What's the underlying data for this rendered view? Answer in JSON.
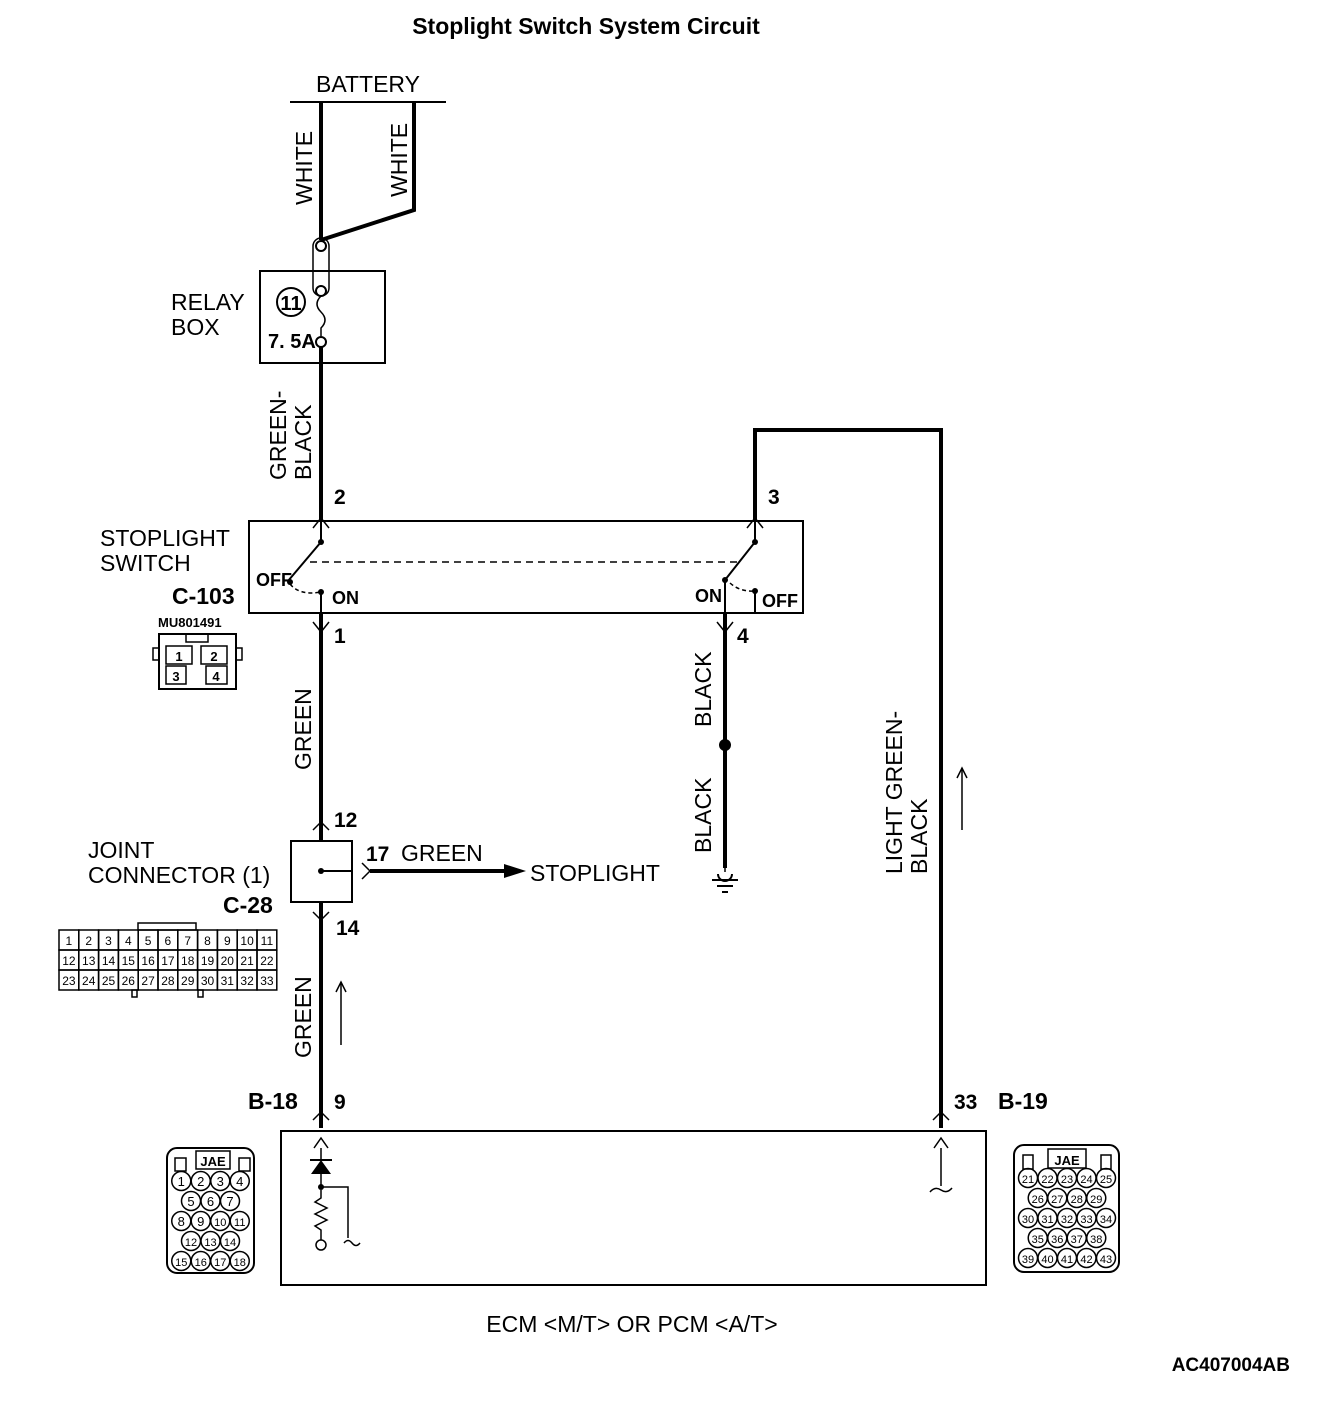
{
  "title": "Stoplight Switch System Circuit",
  "battery_label": "BATTERY",
  "wires": {
    "white_left": "WHITE",
    "white_right": "WHITE",
    "green_black_1": "GREEN-",
    "green_black_2": "BLACK",
    "green_upper": "GREEN",
    "green_lower": "GREEN",
    "green_branch": "GREEN",
    "black_upper": "BLACK",
    "black_lower": "BLACK",
    "light_green_black_1": "LIGHT GREEN-",
    "light_green_black_2": "BLACK"
  },
  "relay_box": {
    "label_1": "RELAY",
    "label_2": "BOX",
    "fuse_number": "11",
    "fuse_rating": "7. 5A"
  },
  "stoplight_switch": {
    "label_1": "STOPLIGHT",
    "label_2": "SWITCH",
    "connector": "C-103",
    "part_no": "MU801491",
    "off_left": "OFF",
    "on_left": "ON",
    "on_right": "ON",
    "off_right": "OFF",
    "pins": [
      "1",
      "2",
      "3",
      "4"
    ]
  },
  "joint_connector": {
    "label_1": "JOINT",
    "label_2": "CONNECTOR (1)",
    "connector": "C-28",
    "grid_rows": [
      [
        "1",
        "2",
        "3",
        "4",
        "5",
        "6",
        "7",
        "8",
        "9",
        "10",
        "11"
      ],
      [
        "12",
        "13",
        "14",
        "15",
        "16",
        "17",
        "18",
        "19",
        "20",
        "21",
        "22"
      ],
      [
        "23",
        "24",
        "25",
        "26",
        "27",
        "28",
        "29",
        "30",
        "31",
        "32",
        "33"
      ]
    ]
  },
  "pins": {
    "p2": "2",
    "p3": "3",
    "p1": "1",
    "p4": "4",
    "p12": "12",
    "p17": "17",
    "p14": "14",
    "p9": "9",
    "p33": "33"
  },
  "stoplight_label": "STOPLIGHT",
  "connectors": {
    "b18": "B-18",
    "b19": "B-19",
    "jae_left": "JAE",
    "jae_right": "JAE",
    "b18_rows": [
      [
        "1",
        "2",
        "3",
        "4"
      ],
      [
        "5",
        "6",
        "7"
      ],
      [
        "8",
        "9",
        "10",
        "11"
      ],
      [
        "12",
        "13",
        "14"
      ],
      [
        "15",
        "16",
        "17",
        "18"
      ]
    ],
    "b19_rows": [
      [
        "21",
        "22",
        "23",
        "24",
        "25"
      ],
      [
        "26",
        "27",
        "28",
        "29"
      ],
      [
        "30",
        "31",
        "32",
        "33",
        "34"
      ],
      [
        "35",
        "36",
        "37",
        "38"
      ],
      [
        "39",
        "40",
        "41",
        "42",
        "43"
      ]
    ]
  },
  "ecm_label": "ECM <M/T> OR PCM <A/T>",
  "figure_code": "AC407004AB"
}
